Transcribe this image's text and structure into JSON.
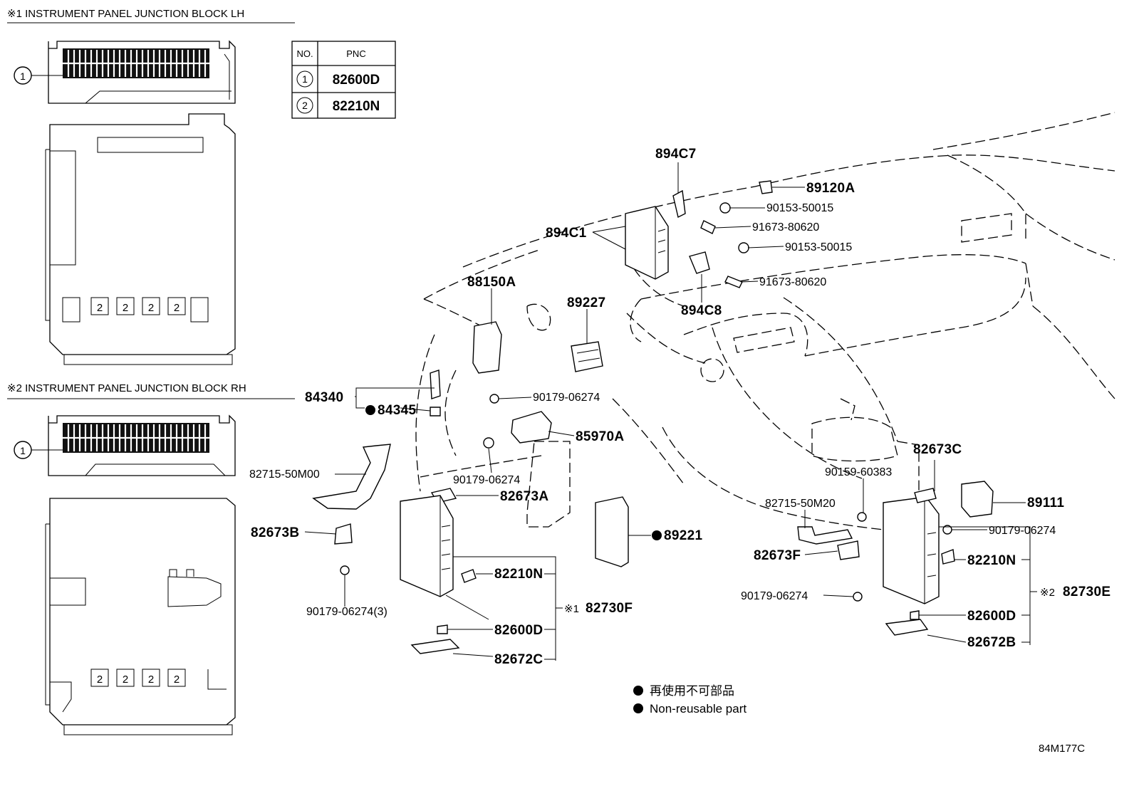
{
  "sections": {
    "lh_title": "※1 INSTRUMENT PANEL JUNCTION BLOCK LH",
    "rh_title": "※2 INSTRUMENT PANEL JUNCTION BLOCK RH"
  },
  "callouts": {
    "one": "1",
    "two": "2"
  },
  "pnc_table": {
    "header_no": "NO.",
    "header_pnc": "PNC",
    "rows": [
      {
        "no": "1",
        "pnc": "82600D"
      },
      {
        "no": "2",
        "pnc": "82210N"
      }
    ]
  },
  "parts": {
    "p894C7": "894C7",
    "p89120A": "89120A",
    "p90153_50015_a": "90153-50015",
    "p91673_80620_a": "91673-80620",
    "p894C1": "894C1",
    "p90153_50015_b": "90153-50015",
    "p91673_80620_b": "91673-80620",
    "p894C8": "894C8",
    "p88150A": "88150A",
    "p89227": "89227",
    "p84340": "84340",
    "p84345": "84345",
    "p90179_06274_a": "90179-06274",
    "p85970A": "85970A",
    "p90179_06274_b": "90179-06274",
    "p82715_50M00": "82715-50M00",
    "p82673A": "82673A",
    "p82673B": "82673B",
    "p89221": "89221",
    "p90179_06274_3": "90179-06274(3)",
    "p82210N_l": "82210N",
    "p82730F": "82730F",
    "p82730F_mark": "※1",
    "p82600D_l": "82600D",
    "p82672C": "82672C",
    "p82673C": "82673C",
    "p90159_60383": "90159-60383",
    "p89111": "89111",
    "p82715_50M20": "82715-50M20",
    "p90179_06274_c": "90179-06274",
    "p82673F": "82673F",
    "p82210N_r": "82210N",
    "p82730E": "82730E",
    "p82730E_mark": "※2",
    "p90179_06274_d": "90179-06274",
    "p82600D_r": "82600D",
    "p82672B": "82672B"
  },
  "legend": {
    "line_jp": "再使用不可部品",
    "line_en": "Non-reusable part"
  },
  "diagram_ref": "84M177C"
}
